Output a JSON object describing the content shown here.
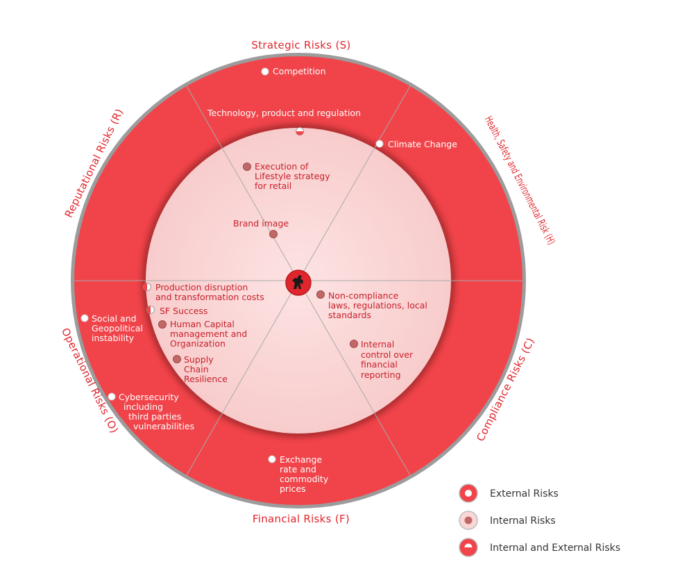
{
  "colors": {
    "outer_ring": "#f0444a",
    "inner_circle": "#fbd6d6",
    "divider": "#aaaaaa",
    "dot_external": "#ffffff",
    "dot_internal": "#c06868",
    "label_red": "#e0252c",
    "center_logo": "#e0252c"
  },
  "categories": {
    "strategic": "Strategic Risks (S)",
    "health": "Health, Safety and Environmental Risk (H)",
    "compliance": "Compliance Risks (C)",
    "financial": "Financial  Risks (F)",
    "operational": "Operational Risks (O)",
    "reputational": "Reputational Risks (R)"
  },
  "external_risks": {
    "competition": [
      "Competition"
    ],
    "climate": [
      "Climate Change"
    ],
    "social": [
      "Social and",
      "Geopolitical",
      "instability"
    ],
    "cyber": [
      "Cybersecurity",
      "including",
      "third parties",
      "vulnerabilities"
    ],
    "exchange": [
      "Exchange",
      "rate  and",
      "commodity",
      "prices"
    ]
  },
  "internal_risks": {
    "execution": [
      "Execution of",
      "Lifestyle strategy",
      "for retail"
    ],
    "brand": [
      "Brand  image"
    ],
    "noncompliance": [
      "Non-compliance",
      "laws, regulations, local",
      "standards"
    ],
    "internal_control": [
      "Internal",
      "control over",
      "financial",
      "reporting"
    ],
    "human_capital": [
      "Human Capital",
      "management and",
      "Organization"
    ],
    "supply_chain": [
      "Supply",
      "Chain",
      "Resilience"
    ]
  },
  "mixed_risks": {
    "technology": [
      "Technology, product and regulation"
    ],
    "production": [
      "Production disruption",
      "and transformation costs"
    ],
    "sf": [
      "SF Success"
    ]
  },
  "legend": {
    "external": "External Risks",
    "internal": "Internal Risks",
    "mixed": "Internal and External Risks"
  },
  "icons": {
    "center": "prancing-horse-logo-icon"
  }
}
